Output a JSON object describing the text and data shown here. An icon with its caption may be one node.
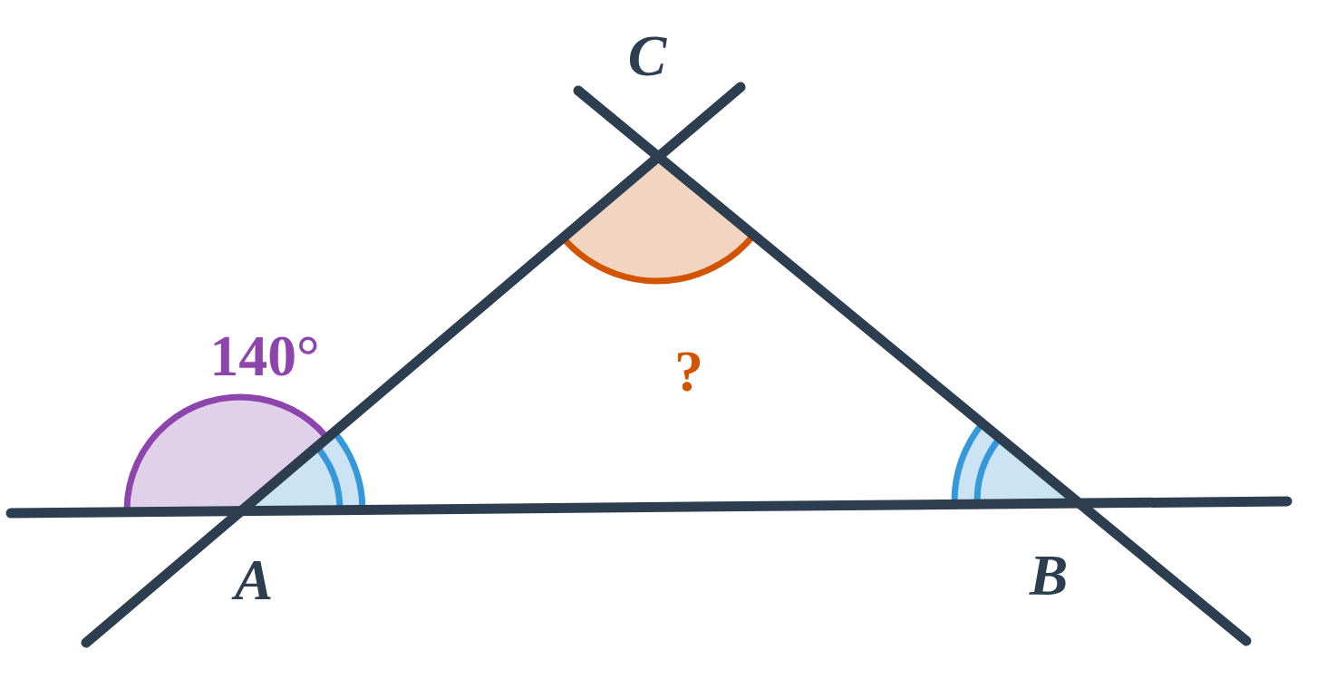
{
  "diagram": {
    "labels": [
      "C",
      "140°",
      "?",
      "A",
      "B"
    ]
  }
}
